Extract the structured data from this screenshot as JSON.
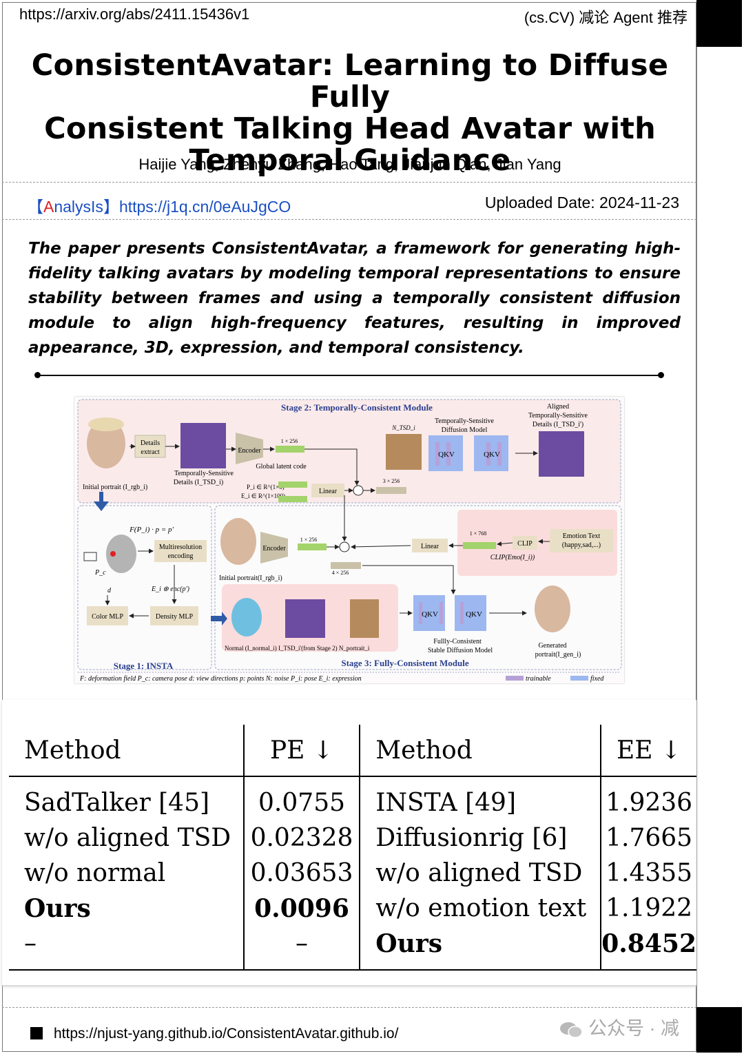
{
  "header": {
    "url": "https://arxiv.org/abs/2411.15436v1",
    "tag": "(cs.CV) 减论 Agent 推荐"
  },
  "paper": {
    "title_lines": [
      "ConsistentAvatar: Learning to Diffuse Fully",
      "Consistent Talking Head Avatar with",
      "Temporal Guidance"
    ],
    "authors": "Haijie Yang, Zhenyu Zhang, Hao Tang, Jianjun Qian, Jian Yang"
  },
  "analysis": {
    "bracket_open": "【",
    "a_letter": "A",
    "word_rest": "nalysIs",
    "bracket_close": "】",
    "link": "https://j1q.cn/0eAuJgCO",
    "uploaded": "Uploaded Date: 2024-11-23"
  },
  "summary": "The paper presents ConsistentAvatar, a framework for generating high-fidelity talking avatars by modeling temporal representations to ensure stability between frames and using a temporally consistent diffusion module to align high-frequency features, resulting in improved appearance, 3D, expression, and temporal consistency.",
  "figure": {
    "stage2_title": "Stage 2: Temporally-Consistent Module",
    "stage1_title": "Stage 1: INSTA",
    "stage3_title": "Stage 3: Fully-Consistent Module",
    "details_extract": [
      "Details",
      "extract"
    ],
    "ts_details": [
      "Temporally-Sensitive",
      "Details (I_TSD_i)"
    ],
    "initial_portrait": "Initial portrait (I_rgb_i)",
    "initial_portrait2": "Initial portrait(I_rgb_i)",
    "encoder": "Encoder",
    "global_latent": "Global latent code",
    "dim_1x256": "1 × 256",
    "dim_3x256": "3 × 256",
    "dim_4x256": "4 × 256",
    "dim_1x768": "1 × 768",
    "pose_eq": "P_i ∈ R^(1×6)",
    "expr_eq": "E_i ∈ R^(1×100)",
    "linear": "Linear",
    "noise": "N_TSD_i",
    "tsdm": [
      "Temporally-Sensitive",
      "Diffusion Model"
    ],
    "aligned": [
      "Aligned",
      "Temporally-Sensitive",
      "Details (I_TSD_i')"
    ],
    "qkv": "QKV",
    "deform_eq": "F(P_i) · p = p'",
    "camera": "P_c",
    "multires": [
      "Multiresolution",
      "encoding"
    ],
    "enc_eq": "E_i ⊕ enc(p')",
    "dir": "d",
    "color_mlp": "Color MLP",
    "density_mlp": "Density MLP",
    "clip": "CLIP",
    "clip_eq": "CLIP(Emo(I_i))",
    "emotion": [
      "Emotion Text",
      "(happy,sad,...)"
    ],
    "normal_caption": "Normal (I_normal_i) I_TSD_i'(from Stage 2) N_portrait_i",
    "fcsdm": [
      "Fullly-Consistent",
      "Stable Diffusion Model"
    ],
    "generated": [
      "Generated",
      "portrait(I_gen_i)"
    ],
    "legend": "F: deformation field  P_c: camera pose  d: view directions  p: points  N: noise  P_i: pose  E_i: expression",
    "legend_trainable": "trainable",
    "legend_fixed": "fixed",
    "colors": {
      "stage2_bg": "#fbeaea",
      "stage_border": "#9aa7c8",
      "title_blue": "#2a3f8f",
      "latent_green": "#a3d36b",
      "encoder_gray": "#c9c1a8",
      "box_tan": "#e9dfc6",
      "unet_blue": "#9db7f0",
      "trainable_purple": "#b6a0d8",
      "details_purple": "#6b4ca0",
      "emotion_bg": "#fbdcdc"
    }
  },
  "table": {
    "headers": [
      "Method",
      "PE ↓",
      "Method",
      "EE ↓"
    ],
    "rows": [
      [
        "SadTalker [45]",
        "0.0755",
        "INSTA [49]",
        "1.9236"
      ],
      [
        "w/o aligned TSD",
        "0.02328",
        "Diffusionrig [6]",
        "1.7665"
      ],
      [
        "w/o normal",
        "0.03653",
        "w/o aligned TSD",
        "1.4355"
      ],
      [
        "Ours",
        "0.0096",
        "w/o emotion text",
        "1.1922"
      ],
      [
        "–",
        "–",
        "Ours",
        "0.8452"
      ]
    ]
  },
  "footer": {
    "url": "https://njust-yang.github.io/ConsistentAvatar.github.io/",
    "watermark": "公众号 · 减"
  }
}
